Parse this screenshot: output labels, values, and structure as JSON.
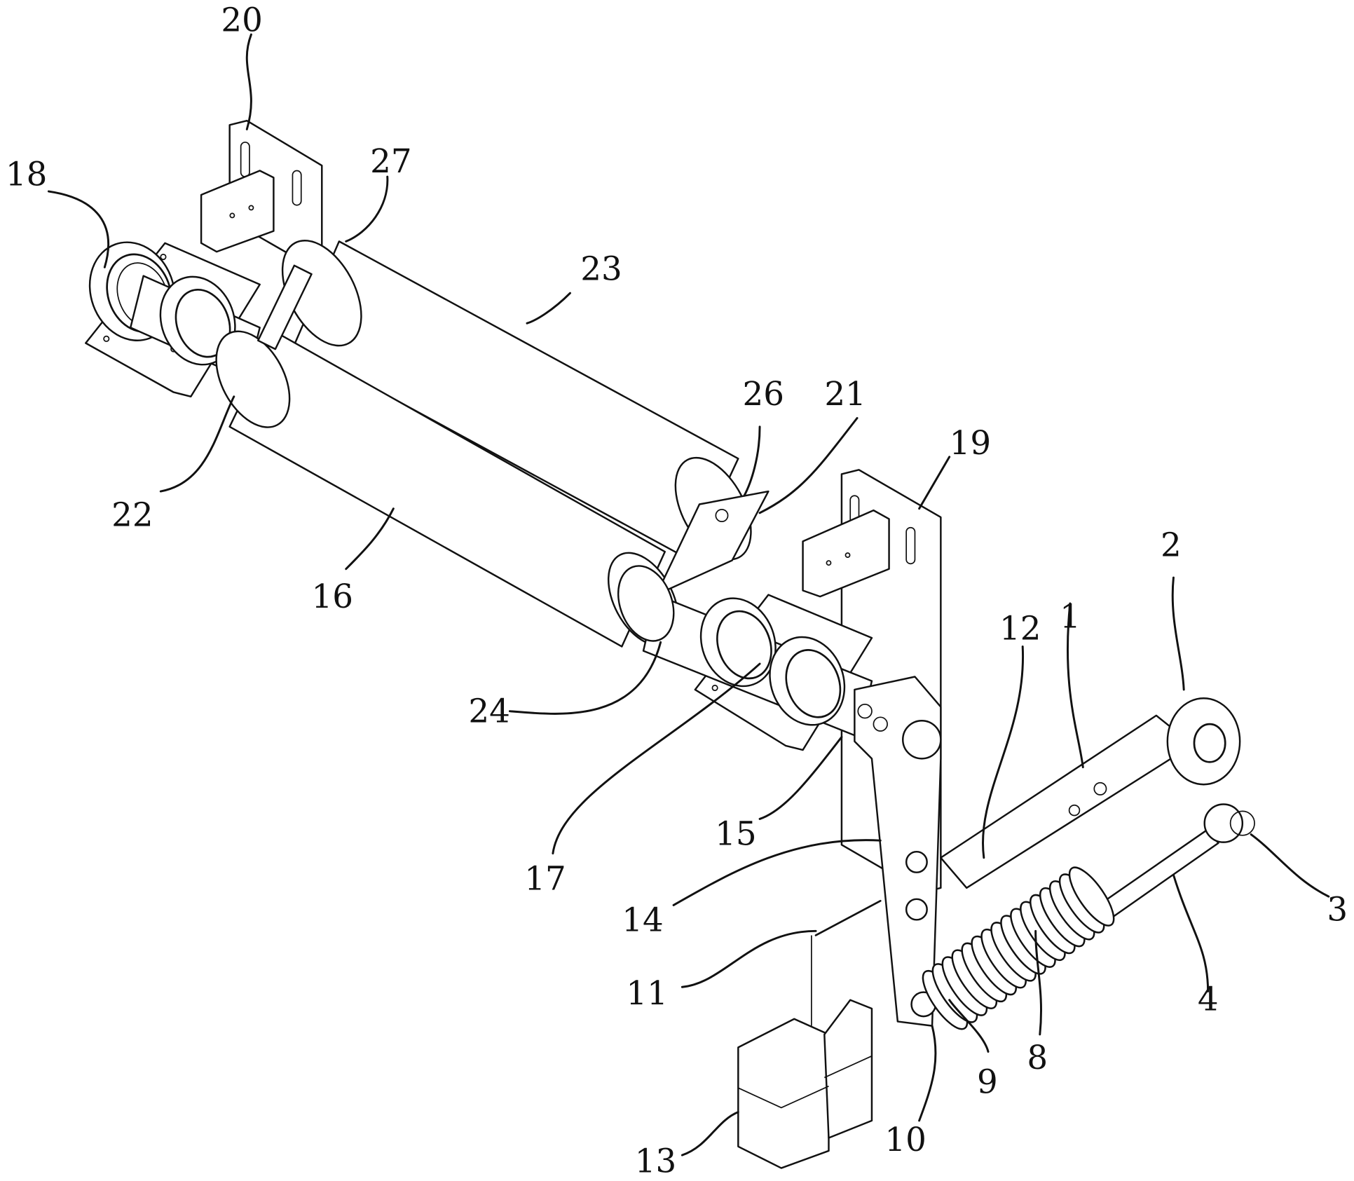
{
  "figure": {
    "type": "patent-drawing",
    "labels": [
      {
        "id": "1",
        "text": "1"
      },
      {
        "id": "2",
        "text": "2"
      },
      {
        "id": "3",
        "text": "3"
      },
      {
        "id": "4",
        "text": "4"
      },
      {
        "id": "8",
        "text": "8"
      },
      {
        "id": "9",
        "text": "9"
      },
      {
        "id": "10",
        "text": "10"
      },
      {
        "id": "11",
        "text": "11"
      },
      {
        "id": "12",
        "text": "12"
      },
      {
        "id": "13",
        "text": "13"
      },
      {
        "id": "14",
        "text": "14"
      },
      {
        "id": "15",
        "text": "15"
      },
      {
        "id": "16",
        "text": "16"
      },
      {
        "id": "17",
        "text": "17"
      },
      {
        "id": "18",
        "text": "18"
      },
      {
        "id": "19",
        "text": "19"
      },
      {
        "id": "20",
        "text": "20"
      },
      {
        "id": "21",
        "text": "21"
      },
      {
        "id": "22",
        "text": "22"
      },
      {
        "id": "23",
        "text": "23"
      },
      {
        "id": "24",
        "text": "24"
      },
      {
        "id": "26",
        "text": "26"
      },
      {
        "id": "27",
        "text": "27"
      }
    ]
  }
}
